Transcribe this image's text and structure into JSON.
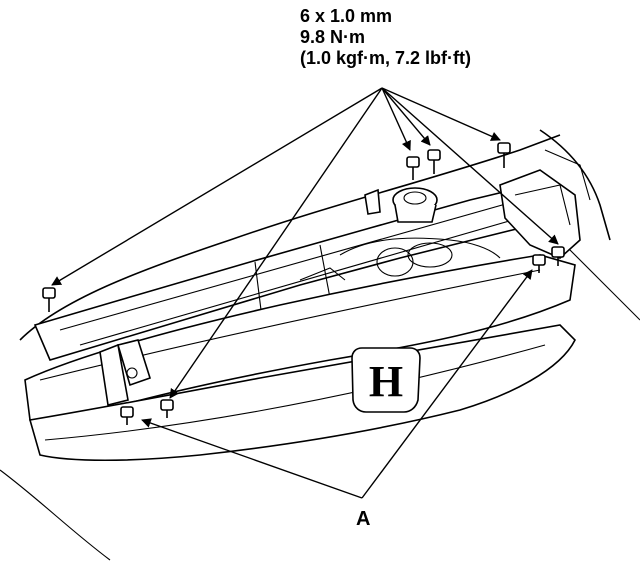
{
  "spec": {
    "size": "6 x 1.0 mm",
    "torque_nm": "9.8 N·m",
    "torque_alt": "(1.0 kgf·m, 7.2 lbf·ft)"
  },
  "callout": {
    "label_a": "A"
  },
  "emblem": {
    "letter": "H"
  },
  "icons": {
    "bolt": "bolt-icon",
    "arrowhead": "arrowhead-icon"
  }
}
